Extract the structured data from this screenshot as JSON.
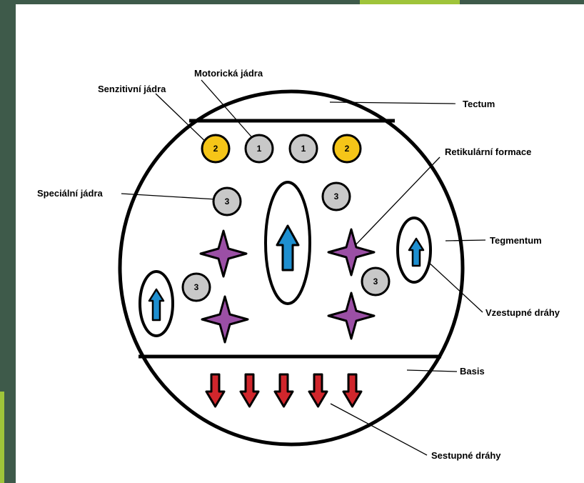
{
  "labels": {
    "senzitivni": "Senzitivní jádra",
    "motoricka": "Motorická jádra",
    "tectum": "Tectum",
    "retikularni": "Retikulární formace",
    "specialni": "Speciální jádra",
    "tegmentum": "Tegmentum",
    "vzestupne": "Vzestupné dráhy",
    "basis": "Basis",
    "sestupne": "Sestupné dráhy"
  },
  "nuclei": {
    "sensory": "2",
    "motor": "1",
    "special": "3"
  },
  "colors": {
    "frame": "#3e5a4a",
    "accent": "#9fc43a",
    "sensory_fill": "#f5c518",
    "gray_fill": "#c8c8c8",
    "star_fill": "#9b4fa5",
    "arrow_up": "#1e8fd0",
    "arrow_down": "#d0262c"
  }
}
